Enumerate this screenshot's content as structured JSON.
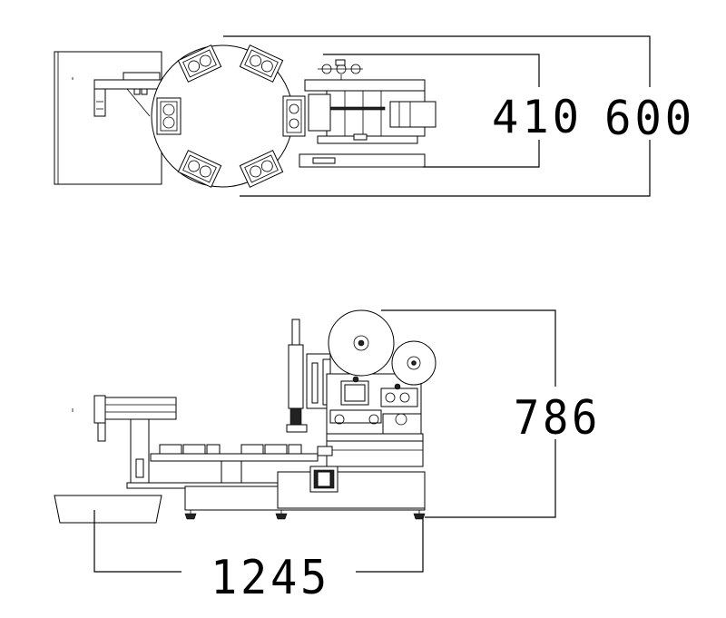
{
  "dimensions": {
    "inner_width": "410",
    "outer_width": "600",
    "height": "786",
    "length": "1245"
  }
}
